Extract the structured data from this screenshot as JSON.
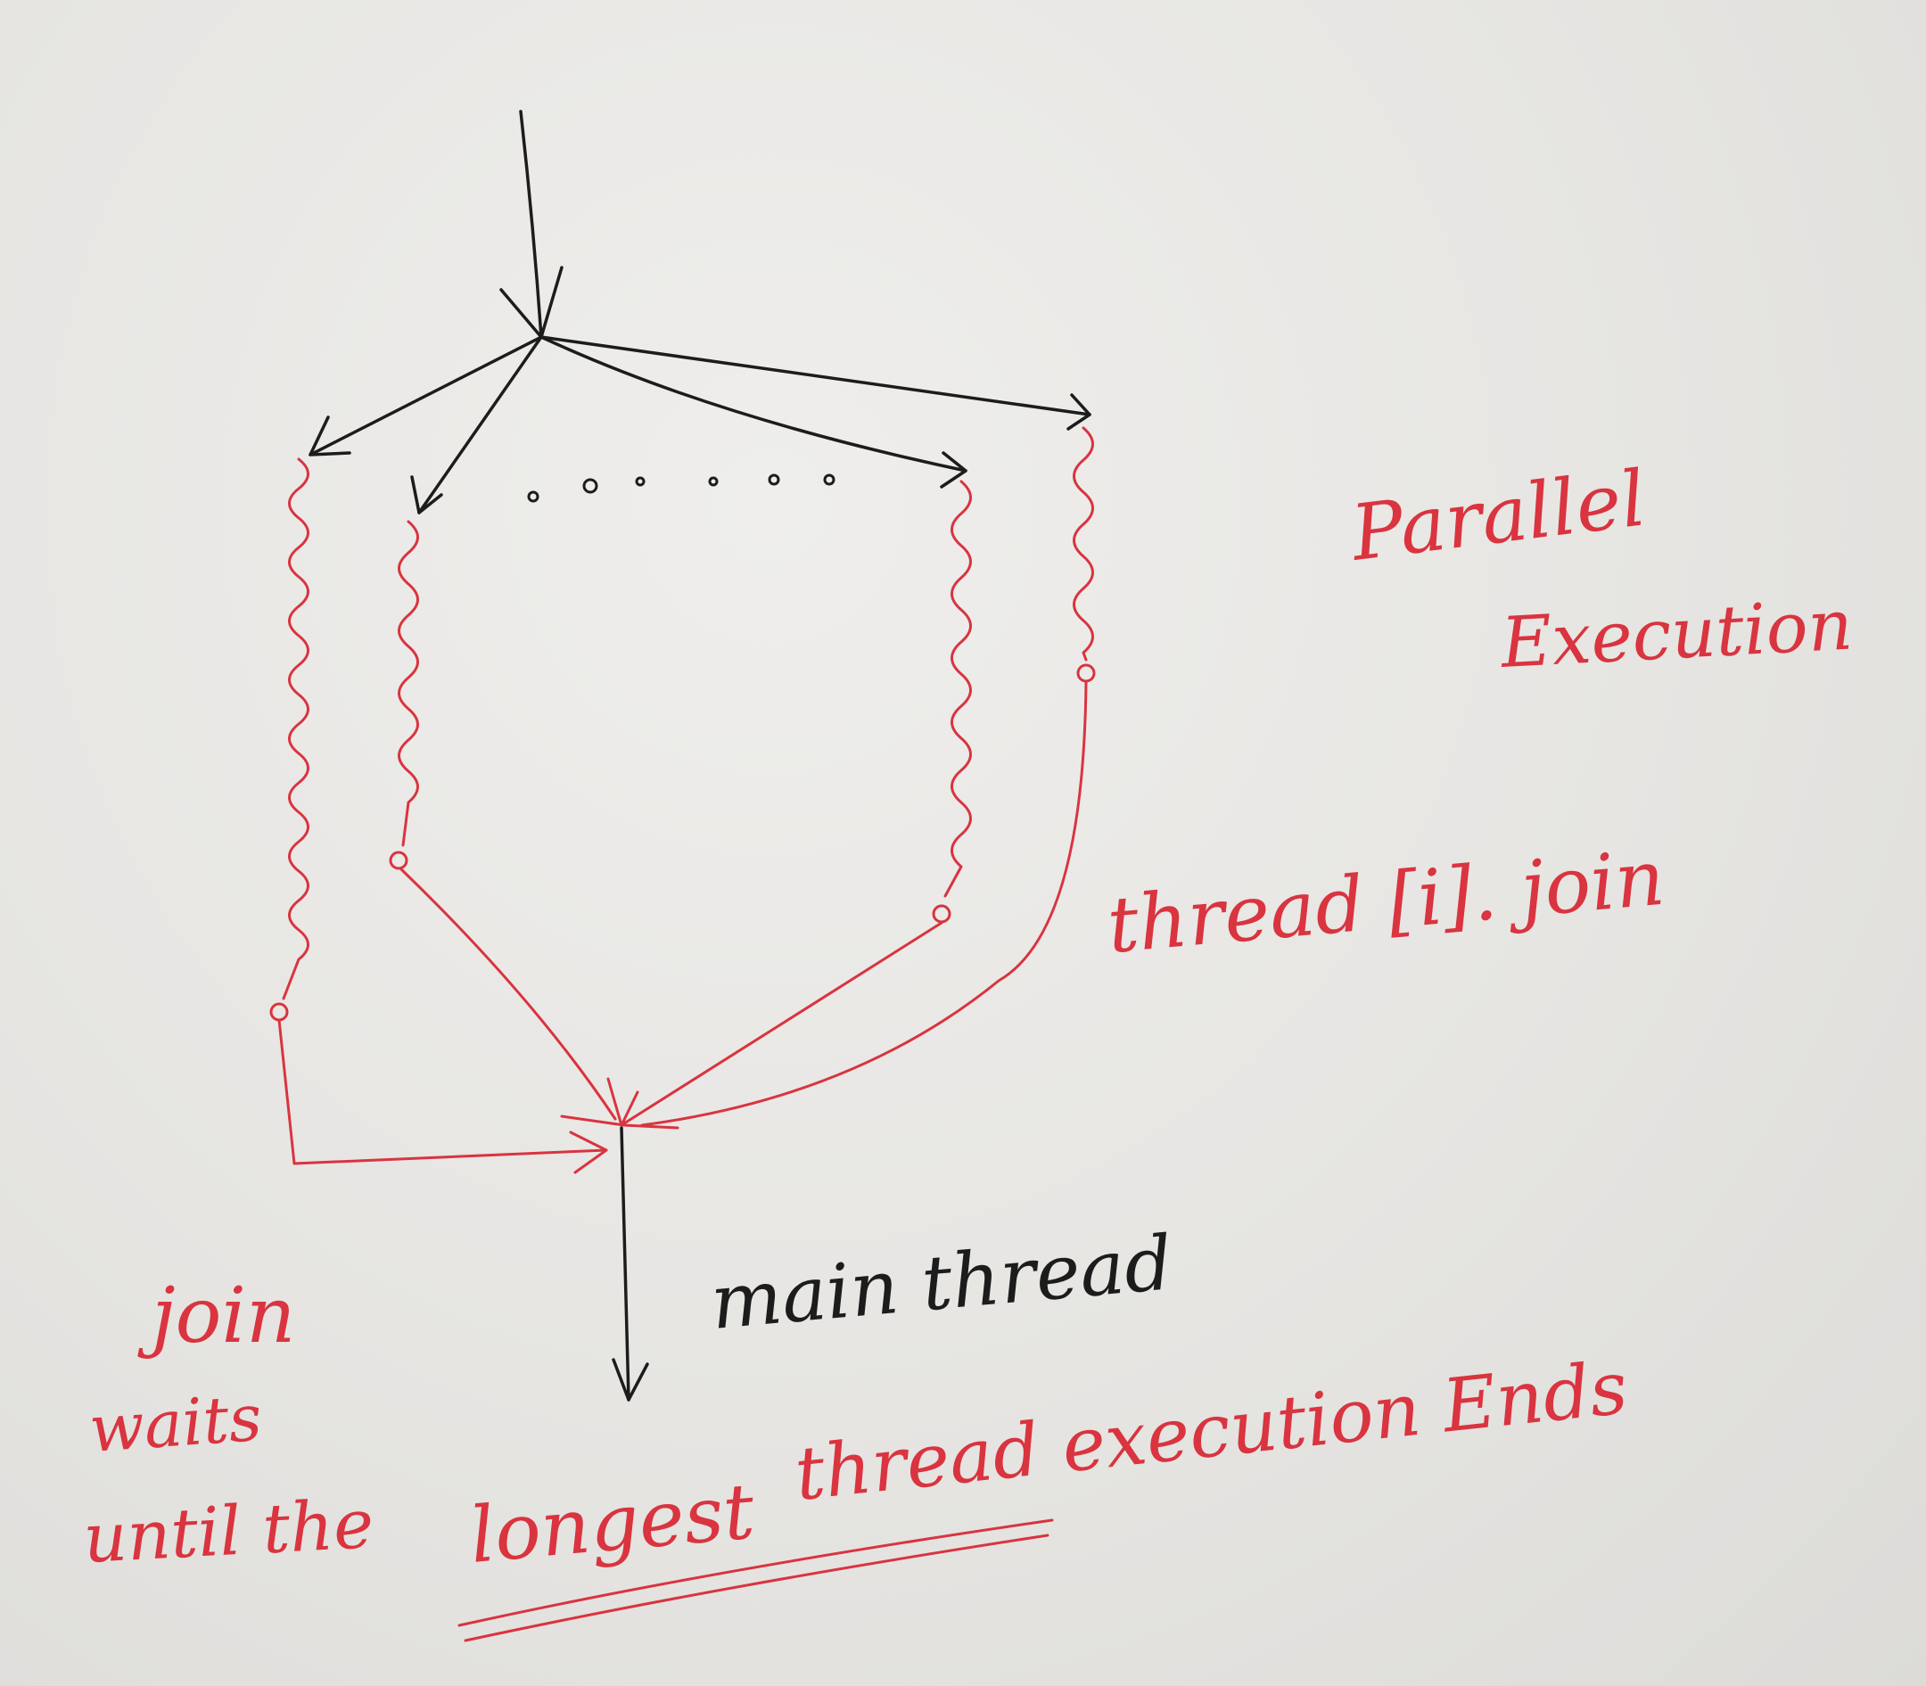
{
  "diagram": {
    "labels": {
      "parallel_line1": "Parallel",
      "parallel_line2": "Execution",
      "thread_join": "thread [i]. join",
      "main_thread": "main thread",
      "join": "join",
      "waits": "waits",
      "until_prefix": "until the",
      "longest": "longest",
      "until_suffix": "thread execution Ends"
    },
    "colors": {
      "ink_black": "#1c1c1c",
      "ink_red": "#d9343f",
      "paper": "#e7e6e3"
    }
  }
}
